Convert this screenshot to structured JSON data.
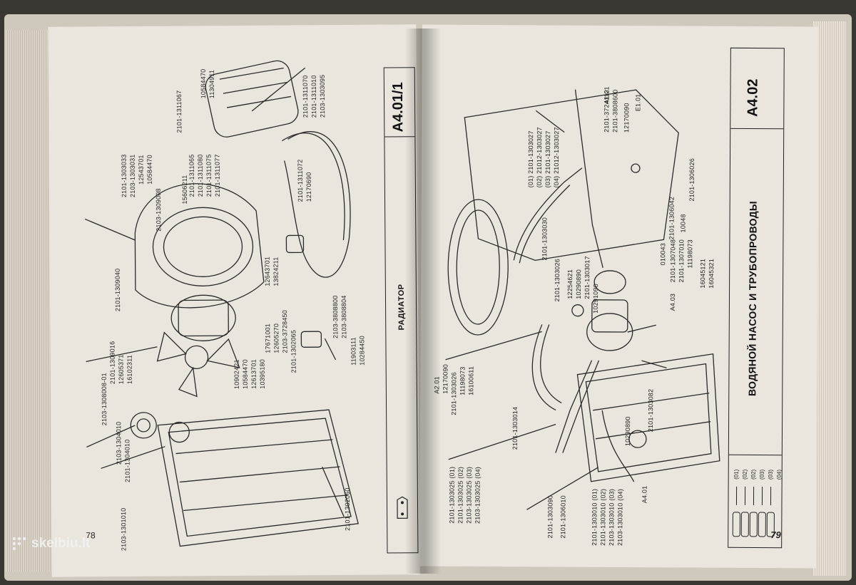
{
  "left_page": {
    "section_code": "A4.01/1",
    "title": "РАДИАТОР",
    "page_number": "78",
    "labels": [
      "2101-1311067",
      "10584470",
      "11304911",
      "2101-1311070",
      "2101-1311010",
      "2103-1303095",
      "2101-1303033",
      "2103-1303031",
      "12543701",
      "10584470",
      "2101-1311065",
      "2101-1311080",
      "2101-1311075",
      "2101-1311077",
      "15606211",
      "2103-1309008",
      "2101-1311072",
      "12170690",
      "2101-1309040",
      "12643701",
      "13824211",
      "2101-1309016",
      "12605371",
      "16102311",
      "2103-1308008-01",
      "10902421",
      "10584470",
      "12613701",
      "10395180",
      "17671001",
      "12605270",
      "2103-3728450",
      "2101-1302065",
      "2103-3808800",
      "2103-3808804",
      "11903111",
      "10284450",
      "2103-1304010",
      "2101-1304010",
      "2103-1301010",
      "2101-1302060"
    ]
  },
  "right_page": {
    "section_code": "A4.02",
    "title": "ВОДЯНОЙ НАСОС И ТРУБОПРОВОДЫ",
    "page_number": "79",
    "variants": [
      "(01) 2101-1303027",
      "(02) 21012-1303027",
      "(03) 2101-1303027",
      "(04) 21012-1303027"
    ],
    "labels": [
      "2101-3724112",
      "2101-3808600",
      "A1.01",
      "12170090",
      "E1.01",
      "2101-1303030",
      "010043",
      "2101-1306042",
      "10048",
      "2101-1306026",
      "2101-1303026",
      "12254621",
      "10290890",
      "2101-1303017",
      "10291090",
      "2101-1307048",
      "2101-1307010",
      "11198073",
      "A4.03",
      "16045121",
      "16045321",
      "A2.01",
      "12170090",
      "2101-1303026",
      "11198073",
      "16100611",
      "2101-1303014",
      "2101-1303025 (01)",
      "2101-1303025 (02)",
      "2103-1303025 (03)",
      "2103-1303025 (04)",
      "10290890",
      "2101-1303082",
      "2101-1303090",
      "2101-1306010",
      "2101-1303010 (01)",
      "2101-1303010 (02)",
      "2103-1303010 (03)",
      "2103-1303010 (04)",
      "A4.01"
    ],
    "legend": [
      "(01)",
      "(02)",
      "(02)",
      "(03)",
      "(03)",
      "(04)"
    ]
  },
  "watermark": "skelbiu.lt"
}
